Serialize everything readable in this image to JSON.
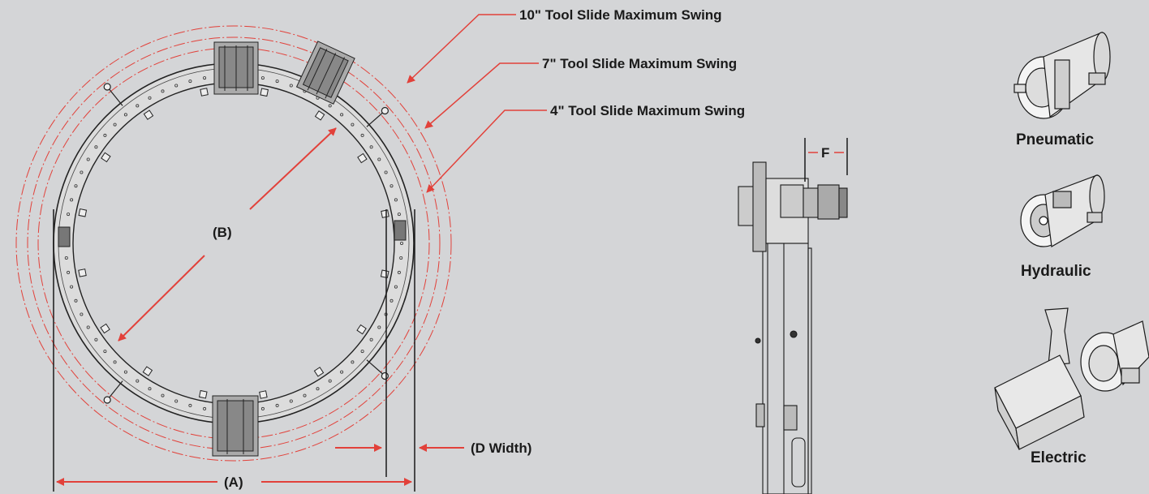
{
  "swing_labels": {
    "ten": "10\" Tool Slide Maximum Swing",
    "seven": "7\" Tool Slide Maximum Swing",
    "four": "4\" Tool Slide Maximum Swing"
  },
  "dimensions": {
    "a": "(A)",
    "b": "(B)",
    "d": "(D Width)",
    "f": "F"
  },
  "motors": {
    "pneumatic": "Pneumatic",
    "hydraulic": "Hydraulic",
    "electric": "Electric"
  },
  "colors": {
    "background": "#d4d5d7",
    "accent_red": "#e2413a",
    "line_dark": "#1a1a1a"
  },
  "icons": [
    "pneumatic-motor-icon",
    "hydraulic-motor-icon",
    "electric-motor-icon"
  ]
}
